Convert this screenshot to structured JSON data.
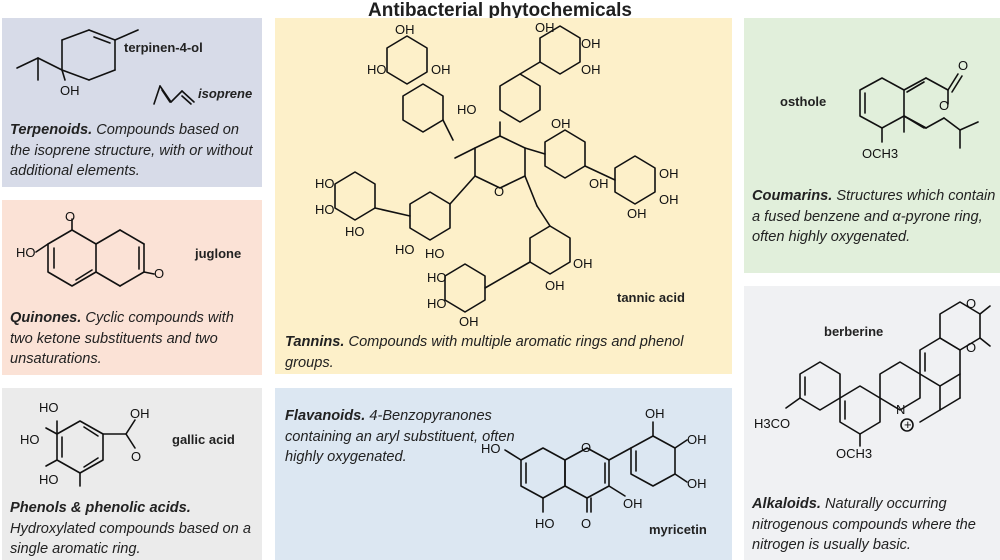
{
  "title": "Antibacterial phytochemicals",
  "panels": {
    "terpenoids": {
      "heading": "Terpenoids.",
      "text": " Compounds based on the isoprene structure, with or without additional elements.",
      "compound": "terpinen-4-ol",
      "compound2": "isoprene",
      "label_oh": "OH"
    },
    "quinones": {
      "heading": "Quinones.",
      "text": " Cyclic compounds with two ketone substituents and two unsaturations.",
      "compound": "juglone",
      "label_ho": "HO",
      "label_o": "O"
    },
    "phenols": {
      "heading": "Phenols & phenolic acids.",
      "text": " Hydroxylated compounds based on a single aromatic ring.",
      "compound": "gallic acid",
      "label_ho": "HO",
      "label_oh": "OH",
      "label_o": "O"
    },
    "tannins": {
      "heading": "Tannins.",
      "text": " Compounds with multiple aromatic rings and phenol groups.",
      "compound": "tannic acid",
      "label_ho": "HO",
      "label_oh": "OH",
      "label_o": "O"
    },
    "flavanoids": {
      "heading": "Flavanoids.",
      "text": " 4-Benzopyranones containing an aryl substituent, often highly oxygenated.",
      "compound": "myricetin",
      "label_ho": "HO",
      "label_oh": "OH",
      "label_o": "O"
    },
    "coumarins": {
      "heading": "Coumarins.",
      "text": " Structures which contain a fused benzene and α-pyrone ring, often highly oxygenated.",
      "compound": "osthole",
      "label_o": "O",
      "label_och3": "OCH3"
    },
    "alkaloids": {
      "heading": "Alkaloids.",
      "text": " Naturally occurring nitrogenous compounds where the nitrogen is usually basic.",
      "compound": "berberine",
      "label_o": "O",
      "label_n": "N",
      "label_h3co": "H3CO",
      "label_och3": "OCH3",
      "label_plus": "+"
    }
  }
}
